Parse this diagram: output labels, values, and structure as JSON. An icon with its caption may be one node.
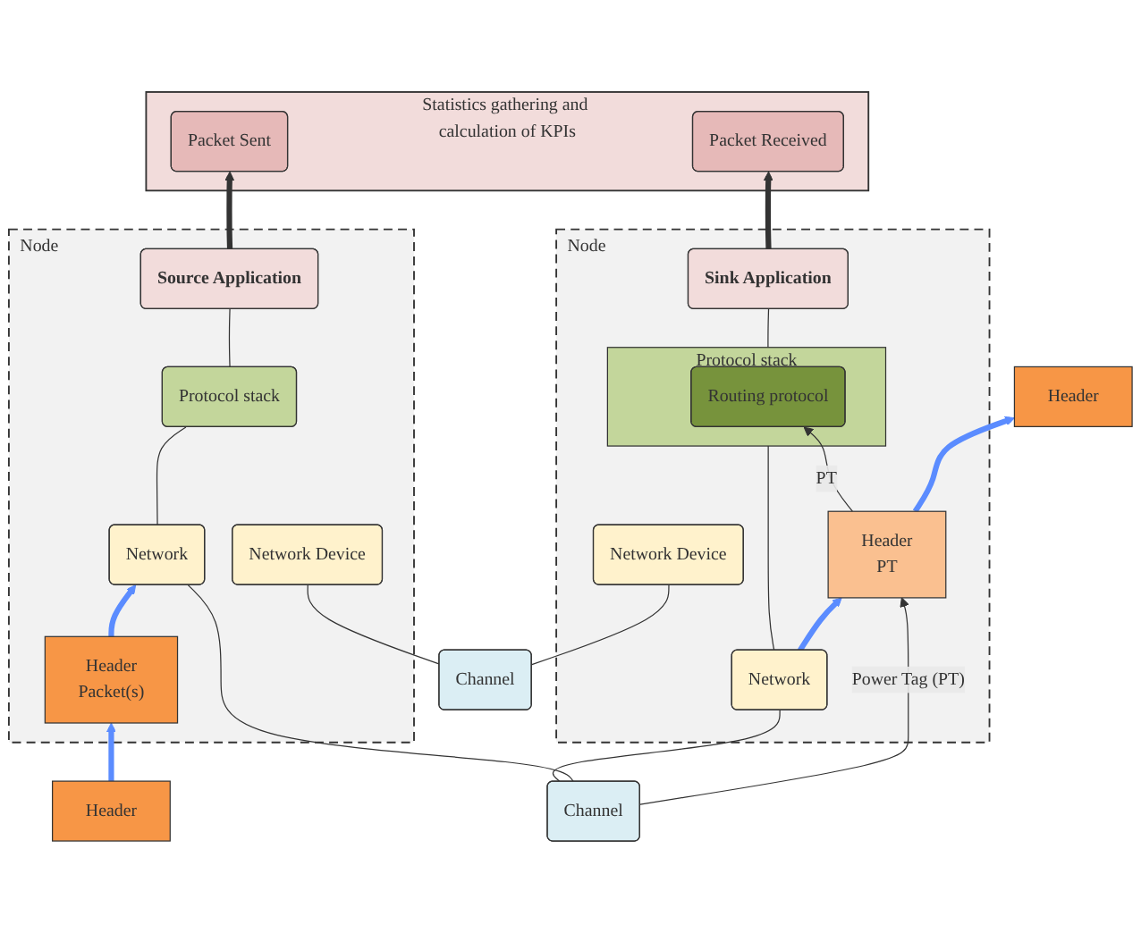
{
  "diagram": {
    "nodes": [
      {
        "text": [
          "Statistics gathering and calculation of KPIs"
        ]
      },
      {
        "text": [
          "Packet Sent"
        ],
        "in": 0
      },
      {
        "text": [
          "Packet Received"
        ],
        "in": 0
      },
      {
        "text": [
          "Node"
        ]
      },
      {
        "text": [
          "Source Application"
        ],
        "in": 3
      },
      {
        "text": [
          "Header"
        ]
      },
      {
        "text": [
          "Protocol stack"
        ],
        "in": 3
      },
      {
        "text": [
          "Header",
          "Packet(s)"
        ],
        "in": 3
      },
      {
        "text": [
          "Network"
        ],
        "in": 3
      },
      {
        "text": [
          "Network Device"
        ],
        "in": 3
      },
      {
        "text": [
          "Node"
        ]
      },
      {
        "text": [
          "Header"
        ]
      },
      {
        "text": [
          "Sink Application"
        ],
        "in": 10
      },
      {
        "text": [
          "Protocol stack"
        ],
        "in": 10
      },
      {
        "text": [
          "Routing protocol"
        ],
        "in": 13
      },
      {
        "text": [
          "Header",
          "PT"
        ],
        "in": 10
      },
      {
        "text": [
          "Network"
        ],
        "in": 10
      },
      {
        "text": [
          "Network Device"
        ],
        "in": 10
      },
      {
        "text": [
          "Channel"
        ]
      },
      {
        "text": [
          "Channel"
        ]
      }
    ],
    "edges": [
      {
        "from": 4,
        "to": 1,
        "arrow": "to",
        "style": "thick"
      },
      {
        "from": 12,
        "to": 2,
        "arrow": "to",
        "style": "thick"
      },
      {
        "from": 6,
        "to": 4,
        "arrow": "none"
      },
      {
        "from": 8,
        "to": 6,
        "arrow": "none"
      },
      {
        "from": 5,
        "to": 7,
        "arrow": "to",
        "style": "thick",
        "color": "#5b8cff"
      },
      {
        "from": 7,
        "to": 8,
        "arrow": "to",
        "style": "thick",
        "color": "#5b8cff"
      },
      {
        "from": 13,
        "to": 12,
        "arrow": "none"
      },
      {
        "from": 16,
        "to": 13,
        "arrow": "none"
      },
      {
        "from": 16,
        "to": 15,
        "arrow": "to",
        "style": "thick",
        "color": "#5b8cff"
      },
      {
        "from": 15,
        "to": 11,
        "arrow": "to",
        "style": "thick",
        "color": "#5b8cff"
      },
      {
        "from": 15,
        "to": 14,
        "label": "PT",
        "arrow": "to"
      },
      {
        "from": 18,
        "to": 15,
        "label": "Power Tag (PT)",
        "arrow": "to"
      },
      {
        "from": 18,
        "to": 8,
        "arrow": "none"
      },
      {
        "from": 19,
        "to": 9,
        "arrow": "none"
      },
      {
        "from": 18,
        "to": 16,
        "arrow": "none"
      },
      {
        "from": 19,
        "to": 17,
        "arrow": "none"
      }
    ]
  }
}
